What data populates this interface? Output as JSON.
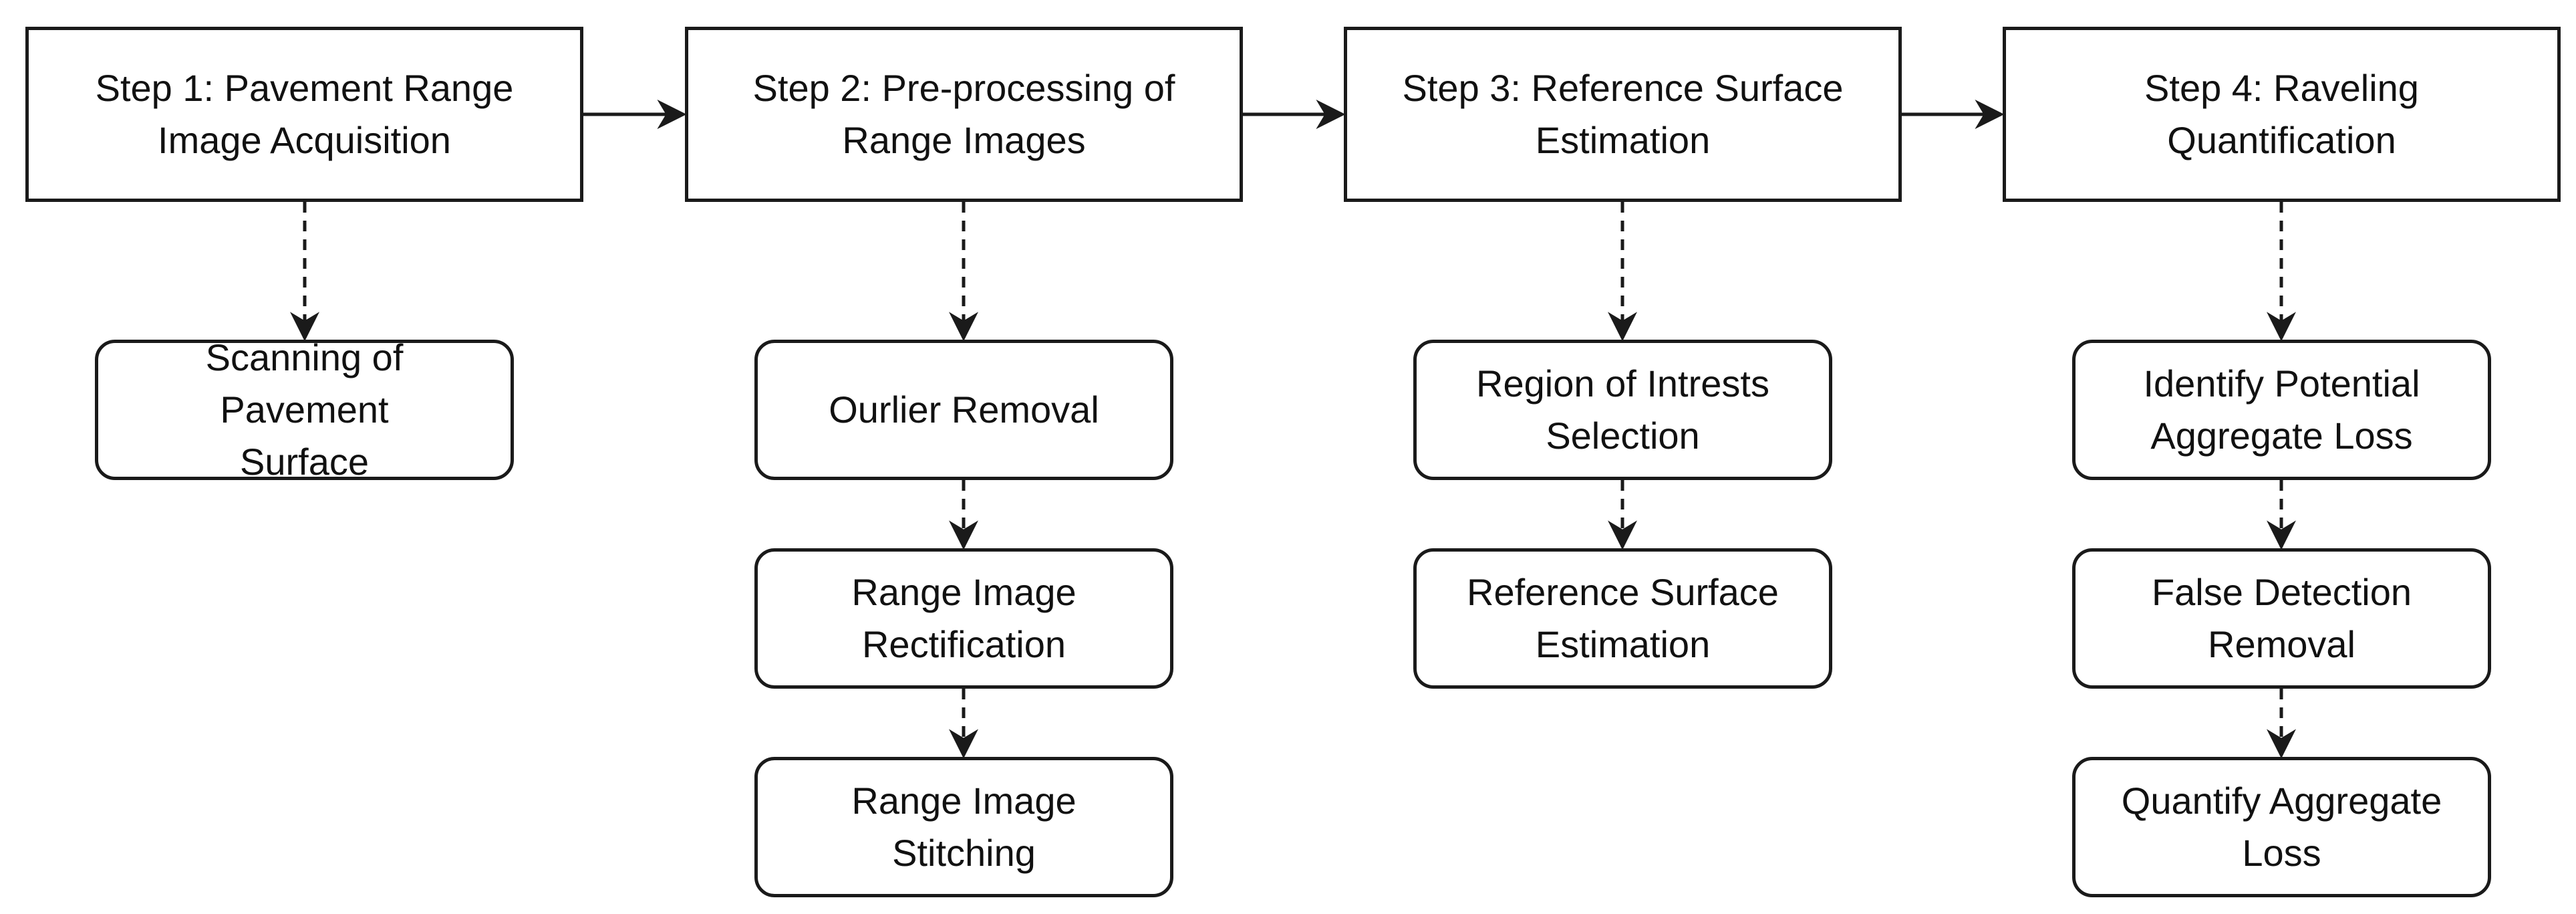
{
  "steps": [
    {
      "label": "Step 1: Pavement Range Image Acquisition"
    },
    {
      "label": "Step 2: Pre-processing of Range Images"
    },
    {
      "label": "Step 3: Reference Surface Estimation"
    },
    {
      "label": "Step 4: Raveling Quantification"
    }
  ],
  "substeps": {
    "step1": [
      "Scanning of Pavement Surface"
    ],
    "step2": [
      "Ourlier Removal",
      "Range Image Rectification",
      "Range Image Stitching"
    ],
    "step3": [
      "Region of Intrests Selection",
      "Reference Surface Estimation"
    ],
    "step4": [
      "Identify Potential Aggregate Loss",
      "False Detection Removal",
      "Quantify Aggregate Loss"
    ]
  },
  "colors": {
    "stroke": "#1a1a1a",
    "text": "#111111",
    "background": "#ffffff"
  }
}
